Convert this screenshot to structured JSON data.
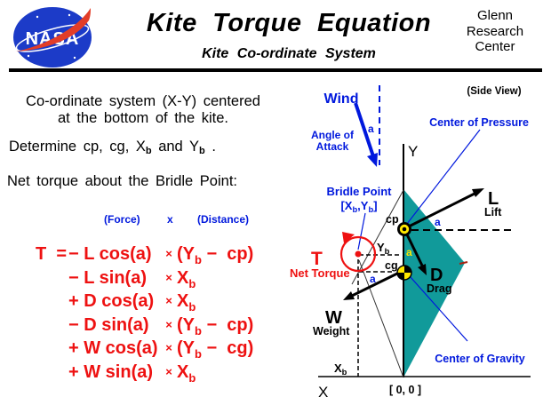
{
  "header": {
    "title": "Kite Torque Equation",
    "subtitle": "Kite Co-ordinate System",
    "org": [
      "Glenn",
      "Research",
      "Center"
    ],
    "logo_text": "NASA"
  },
  "intro": {
    "line1": "Co-ordinate system (X-Y) centered",
    "line2": "at the bottom of the kite.",
    "determine": "Determine cp, cg, X_b and Y_b .",
    "net_torque_line": "Net torque about the Bridle Point:"
  },
  "equation": {
    "col_force": "(Force)",
    "col_x": "x",
    "col_distance": "(Distance)",
    "lhs": "T  =",
    "times": "×",
    "rows": [
      {
        "force": "− L cos(a)",
        "dist": "(Y_b −  cp)"
      },
      {
        "force": "− L sin(a)",
        "dist": "X_b"
      },
      {
        "force": "+ D cos(a)",
        "dist": "X_b"
      },
      {
        "force": "− D sin(a)",
        "dist": "(Y_b −  cp)"
      },
      {
        "force": "+ W cos(a)",
        "dist": "(Y_b −  cg)"
      },
      {
        "force": "+ W sin(a)",
        "dist": "X_b"
      }
    ]
  },
  "diagram": {
    "side_view": "(Side View)",
    "wind": "Wind",
    "angle_line1": "Angle  of",
    "angle_line2": "Attack",
    "a": "a",
    "center_of_pressure": "Center of Pressure",
    "center_of_gravity": "Center of  Gravity",
    "bridle_line1": "Bridle  Point",
    "bridle_line2": "[X_b,Y_b]",
    "cp": "cp",
    "cg": "cg",
    "yb": "Y_b",
    "xb": "X_b",
    "lift_letter": "L",
    "lift_word": "Lift",
    "drag_letter": "D",
    "drag_word": "Drag",
    "weight_letter": "W",
    "weight_word": "Weight",
    "torque_letter": "T",
    "torque_word": "Net  Torque",
    "y_axis": "Y",
    "x_axis": "X",
    "origin": "[ 0, 0 ]"
  },
  "colors": {
    "blue": "#0018dd",
    "red": "#ee1111",
    "teal": "#119a9a",
    "yellow": "#ffe800",
    "nasa_blue": "#1c3bc8",
    "nasa_red": "#e23d28"
  }
}
